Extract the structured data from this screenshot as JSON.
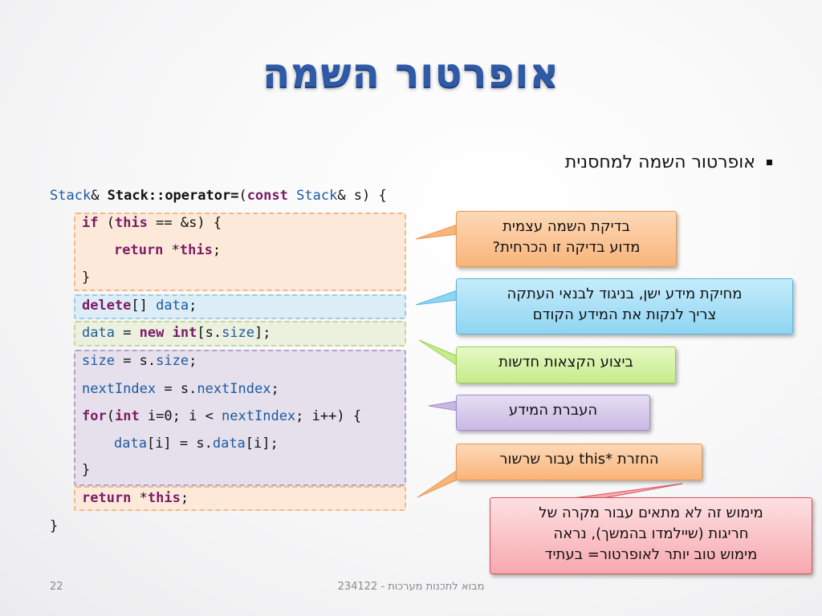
{
  "slide": {
    "title": "אופרטור השמה",
    "bullet": "אופרטור השמה למחסנית",
    "page_number": "22",
    "footer": "מבוא לתכנות מערכות - 234122"
  },
  "code": {
    "l1_type": "Stack",
    "l1_amp": "& ",
    "l1_name": "Stack::operator=",
    "l1_paren": "(",
    "l1_const": "const",
    "l1_sp": " ",
    "l1_type2": "Stack",
    "l1_rest": "& s) {",
    "l2_if": "if",
    "l2_a": " (",
    "l2_this": "this",
    "l2_rest": " == &s) {",
    "l3_return": "return",
    "l3_star": " *",
    "l3_this": "this",
    "l3_semi": ";",
    "l4_brace": "}",
    "l5_delete": "delete",
    "l5_br": "[] ",
    "l5_data": "data",
    "l5_semi": ";",
    "l6_data": "data",
    "l6_eq": " = ",
    "l6_new": "new",
    "l6_sp": " ",
    "l6_int": "int",
    "l6_open": "[s.",
    "l6_size": "size",
    "l6_close": "];",
    "l7_size": "size",
    "l7_eq": " = s.",
    "l7_size2": "size",
    "l7_semi": ";",
    "l8_next": "nextIndex",
    "l8_eq": " = s.",
    "l8_next2": "nextIndex",
    "l8_semi": ";",
    "l9_for": "for",
    "l9_open": "(",
    "l9_int": "int",
    "l9_mid": " i=0; i < ",
    "l9_next": "nextIndex",
    "l9_rest": "; i++) {",
    "l10_data": "data",
    "l10_mid": "[i] = s.",
    "l10_data2": "data",
    "l10_rest": "[i];",
    "l11_brace": "}",
    "l12_return": "return",
    "l12_star": " *",
    "l12_this": "this",
    "l12_semi": ";",
    "l13_brace": "}"
  },
  "callouts": {
    "self_check_line1": "בדיקת השמה עצמית",
    "self_check_line2": "מדוע בדיקה זו הכרחית?",
    "delete_line1": "מחיקת מידע ישן, בניגוד לבנאי העתקה",
    "delete_line2": "צריך לנקות את המידע הקודם",
    "alloc": "ביצוע הקצאות חדשות",
    "copy": "העברת המידע",
    "return": "החזרת *this עבור שרשור",
    "note_line1": "מימוש זה לא מתאים עבור מקרה של",
    "note_line2": "חריגות (שיילמדו בהמשך), נראה",
    "note_line3": "מימוש טוב יותר לאופרטור= בעתיד"
  },
  "colors": {
    "title": "#2e5aa8",
    "keyword": "#7b1b66",
    "identifier": "#1d5aa0",
    "orange": "#f9b47a",
    "blue": "#8fd5f3",
    "green": "#c6ec8a",
    "purple": "#c9b8e4",
    "red": "#f7a9af"
  }
}
